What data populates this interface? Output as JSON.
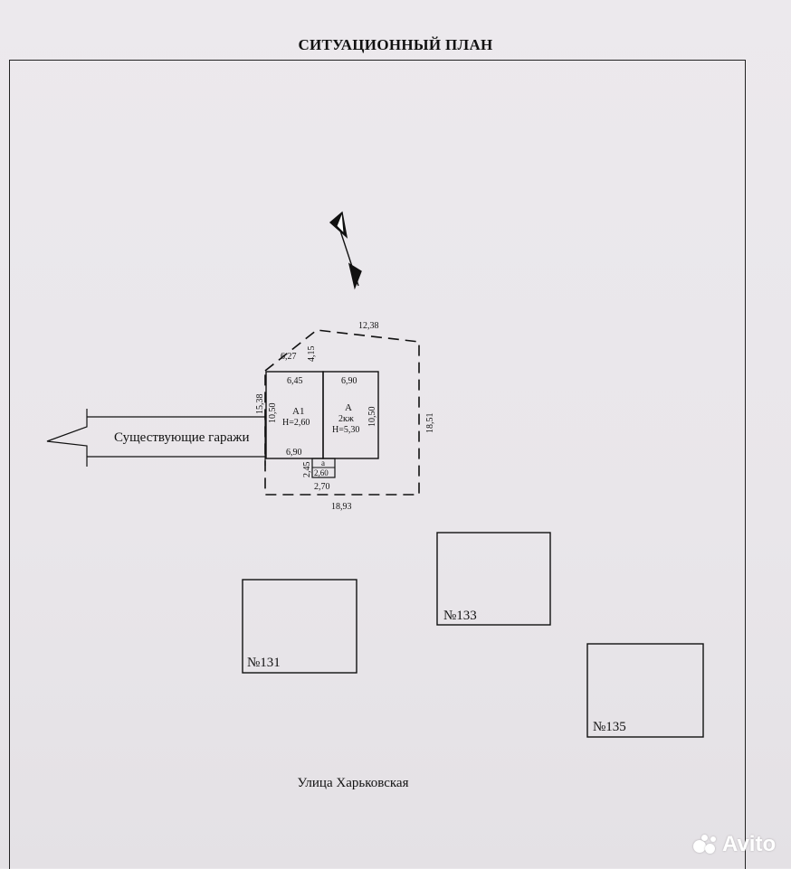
{
  "title": "СИТУАЦИОННЫЙ ПЛАН",
  "garages_label": "Существующие гаражи",
  "street_label": "Улица Харьковская",
  "watermark": "Avito",
  "plot": {
    "top": "12,38",
    "left_diag": "6,27",
    "left_top_vertical": "4,15",
    "left": "15,38",
    "right": "18,51",
    "bottom": "18,93"
  },
  "building_a1": {
    "label": "А1",
    "height": "Н=2,60",
    "top": "6,45",
    "left": "10,50",
    "bottom": "6,90"
  },
  "building_a": {
    "label": "А",
    "floors": "2кж",
    "height": "Н=5,30",
    "top": "6,90",
    "right": "10,50"
  },
  "porch": {
    "label": "а",
    "width": "2,60",
    "height": "2,45",
    "bottom": "2,70"
  },
  "neighbors": [
    "№131",
    "№133",
    "№135"
  ]
}
